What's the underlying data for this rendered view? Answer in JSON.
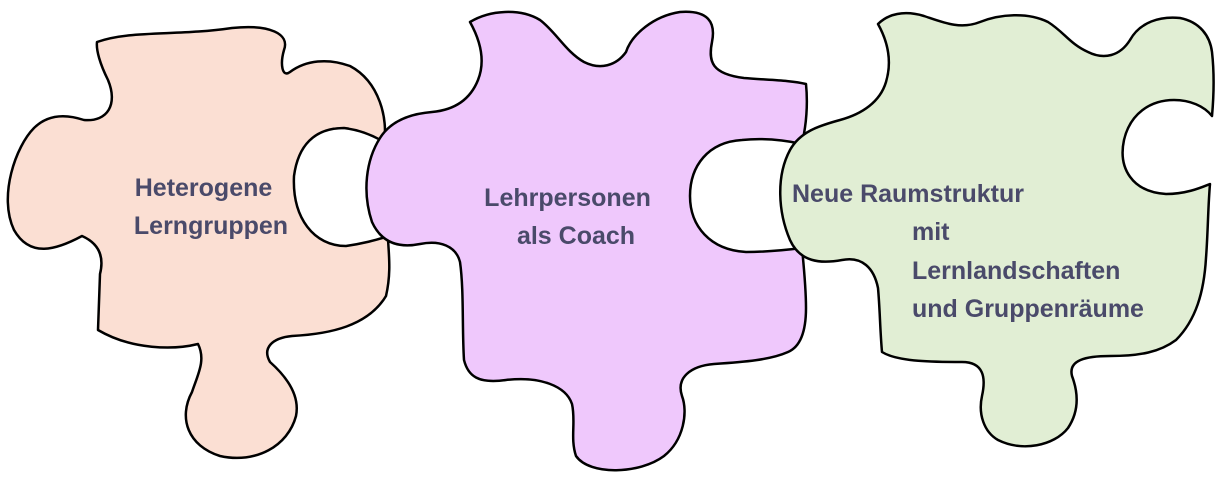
{
  "colors": {
    "piece_1": "#fbdfd3",
    "piece_2": "#efc8fc",
    "piece_3": "#e1eed4",
    "outline": "#000000",
    "text": "#4a4a6a"
  },
  "pieces": [
    {
      "lines": [
        "Heterogene",
        "Lerngruppen"
      ]
    },
    {
      "lines": [
        "Lehrpersonen",
        "als Coach"
      ]
    },
    {
      "lines": [
        "Neue Raumstruktur",
        "mit",
        "Lernlandschaften",
        "und Gruppenräume"
      ]
    }
  ]
}
